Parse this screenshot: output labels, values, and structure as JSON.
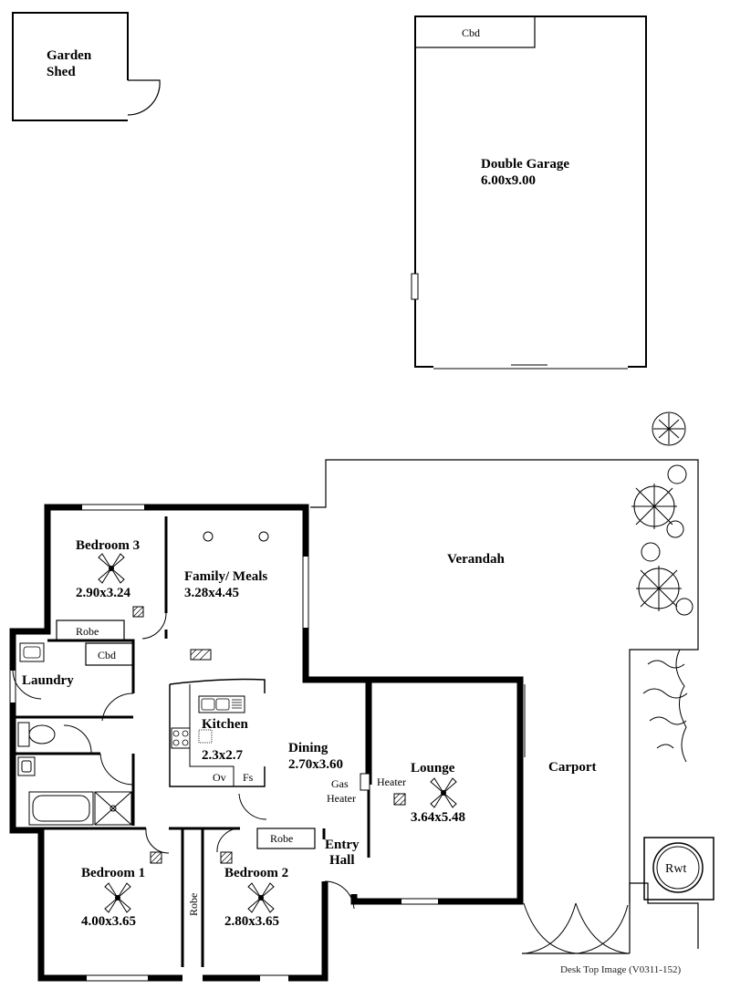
{
  "rooms": {
    "garden_shed": [
      "Garden",
      "Shed"
    ],
    "double_garage": [
      "Double Garage",
      "6.00x9.00"
    ],
    "garage_cupboard": "Cbd",
    "bedroom3": [
      "Bedroom 3",
      "2.90x3.24"
    ],
    "family_meals": [
      "Family/ Meals",
      "3.28x4.45"
    ],
    "verandah": "Verandah",
    "robe_bed3": "Robe",
    "laundry_cupboard": "Cbd",
    "laundry": "Laundry",
    "kitchen": [
      "Kitchen",
      "2.3x2.7"
    ],
    "oven": "Ov",
    "fridge_space": "Fs",
    "dining": [
      "Dining",
      "2.70x3.60"
    ],
    "gas_heater": [
      "Gas",
      "Heater"
    ],
    "heater": "Heater",
    "lounge": [
      "Lounge",
      "3.64x5.48"
    ],
    "carport": "Carport",
    "robe_bed2": "Robe",
    "entry_hall": [
      "Entry",
      "Hall"
    ],
    "bedroom1": [
      "Bedroom 1",
      "4.00x3.65"
    ],
    "robe_hall": "Robe",
    "bedroom2": [
      "Bedroom 2",
      "2.80x3.65"
    ],
    "rainwater_tank": "Rwt"
  },
  "caption": "Desk Top Image  (V0311-152)"
}
